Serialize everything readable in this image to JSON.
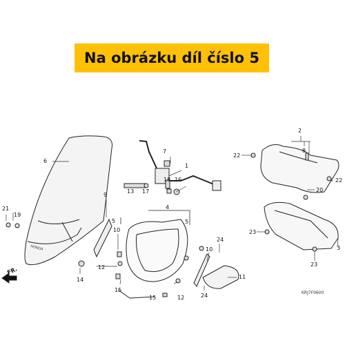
{
  "banner": {
    "text": "Na obrázku díl číslo 5"
  },
  "diagram": {
    "callouts": [
      "1",
      "2",
      "3",
      "4",
      "5",
      "6",
      "7",
      "8",
      "9",
      "10",
      "11",
      "12",
      "13",
      "14",
      "15",
      "16",
      "17",
      "18",
      "19",
      "20",
      "21",
      "22",
      "23",
      "24"
    ],
    "direction_label": "FR.",
    "ref_code": "KRJ7F0600",
    "brand_mark": "HONDA"
  }
}
